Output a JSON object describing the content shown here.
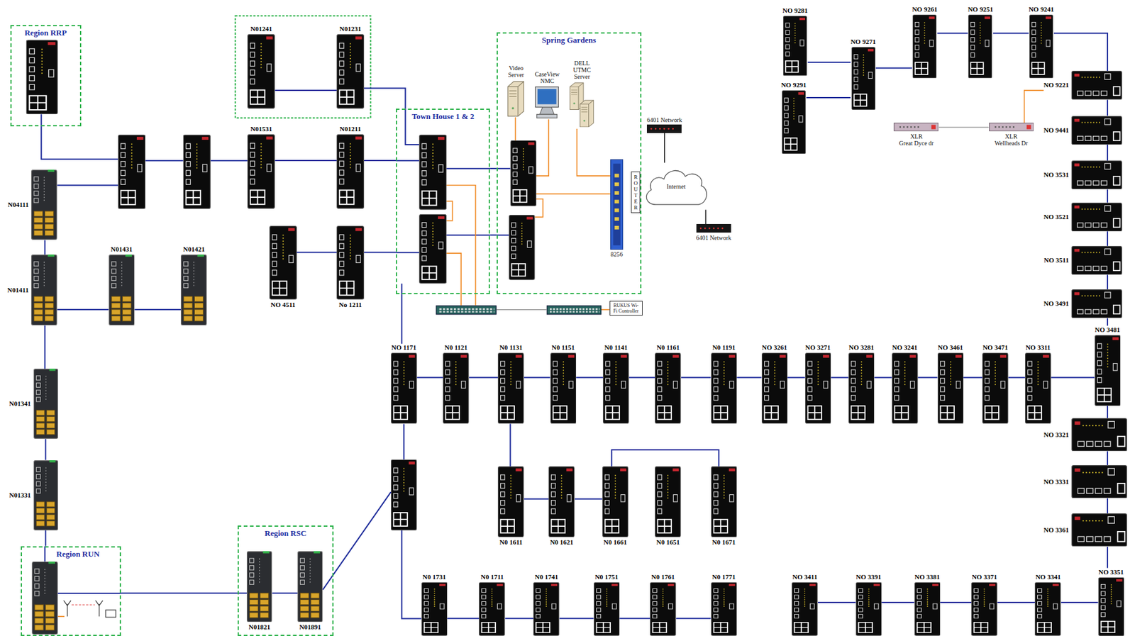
{
  "diagram": {
    "nodes": [
      {
        "text": [
          "Region RRP"
        ]
      },
      {
        "text": [
          "N01241"
        ]
      },
      {
        "text": [
          "N01231"
        ]
      },
      {
        "text": [
          "Town House 1 & 2"
        ]
      },
      {
        "text": [
          "Spring Gardens"
        ]
      },
      {
        "text": [
          "Video Server"
        ],
        "in": 4
      },
      {
        "text": [
          "CaseView NMC"
        ],
        "in": 4
      },
      {
        "text": [
          "DELL UTMC Server"
        ],
        "in": 4
      },
      {
        "text": [
          "8256"
        ],
        "in": 4
      },
      {
        "text": [
          "ROUTER"
        ],
        "in": 4
      },
      {
        "text": [
          "6401 Network"
        ]
      },
      {
        "text": [
          "Internet"
        ]
      },
      {
        "text": [
          "6401 Network"
        ]
      },
      {
        "text": [
          "N01531"
        ]
      },
      {
        "text": [
          "N01211"
        ]
      },
      {
        "text": [
          "N04111"
        ]
      },
      {
        "text": [
          "N01411"
        ]
      },
      {
        "text": [
          "N01431"
        ]
      },
      {
        "text": [
          "N01421"
        ]
      },
      {
        "text": [
          "NO 4511"
        ]
      },
      {
        "text": [
          "No 1211"
        ]
      },
      {
        "text": [
          "RUKUS Wi-Fi Controller"
        ]
      },
      {
        "text": [
          "N01341"
        ]
      },
      {
        "text": [
          "N01331"
        ]
      },
      {
        "text": [
          "Region RUN"
        ]
      },
      {
        "text": [
          "Region RSC"
        ]
      },
      {
        "text": [
          "N01821"
        ],
        "in": 25
      },
      {
        "text": [
          "N01891"
        ],
        "in": 25
      },
      {
        "text": [
          "NO 1171"
        ]
      },
      {
        "text": [
          "N0 1121"
        ]
      },
      {
        "text": [
          "N0 1131"
        ]
      },
      {
        "text": [
          "N0 1151"
        ]
      },
      {
        "text": [
          "N0 1141"
        ]
      },
      {
        "text": [
          "N0 1161"
        ]
      },
      {
        "text": [
          "N0 1191"
        ]
      },
      {
        "text": [
          "NO 3261"
        ]
      },
      {
        "text": [
          "NO 3271"
        ]
      },
      {
        "text": [
          "NO 3281"
        ]
      },
      {
        "text": [
          "NO 3241"
        ]
      },
      {
        "text": [
          "NO 3461"
        ]
      },
      {
        "text": [
          "NO 3471"
        ]
      },
      {
        "text": [
          "NO 3311"
        ]
      },
      {
        "text": [
          "NO 3481"
        ]
      },
      {
        "text": [
          "N0 1611"
        ]
      },
      {
        "text": [
          "N0 1621"
        ]
      },
      {
        "text": [
          "N0 1661"
        ]
      },
      {
        "text": [
          "N0 1651"
        ]
      },
      {
        "text": [
          "N0 1671"
        ]
      },
      {
        "text": [
          "N0 1731"
        ]
      },
      {
        "text": [
          "N0 1711"
        ]
      },
      {
        "text": [
          "N0 1741"
        ]
      },
      {
        "text": [
          "N0 1751"
        ]
      },
      {
        "text": [
          "N0 1761"
        ]
      },
      {
        "text": [
          "N0 1771"
        ]
      },
      {
        "text": [
          "NO 9281"
        ]
      },
      {
        "text": [
          "NO 9291"
        ]
      },
      {
        "text": [
          "NO 9271"
        ]
      },
      {
        "text": [
          "NO 9261"
        ]
      },
      {
        "text": [
          "NO 9251"
        ]
      },
      {
        "text": [
          "NO 9241"
        ]
      },
      {
        "text": [
          "XLR",
          "Great Dyce dr"
        ]
      },
      {
        "text": [
          "XLR",
          "Wellheads Dr"
        ]
      },
      {
        "text": [
          "NO 9221"
        ]
      },
      {
        "text": [
          "NO 9441"
        ]
      },
      {
        "text": [
          "NO 3531"
        ]
      },
      {
        "text": [
          "NO 3521"
        ]
      },
      {
        "text": [
          "NO 3511"
        ]
      },
      {
        "text": [
          "NO 3491"
        ]
      },
      {
        "text": [
          "NO 3321"
        ]
      },
      {
        "text": [
          "NO 3331"
        ]
      },
      {
        "text": [
          "NO 3361"
        ]
      },
      {
        "text": [
          "NO 3411"
        ]
      },
      {
        "text": [
          "NO 3391"
        ]
      },
      {
        "text": [
          "NO 3381"
        ]
      },
      {
        "text": [
          "NO 3371"
        ]
      },
      {
        "text": [
          "NO 3341"
        ]
      },
      {
        "text": [
          "NO 3351"
        ]
      }
    ],
    "edges": [
      {
        "from": 1,
        "to": 2,
        "arrow": "none"
      },
      {
        "from": 2,
        "to": 3,
        "arrow": "none"
      },
      {
        "from": 13,
        "to": 14,
        "arrow": "none"
      },
      {
        "from": 14,
        "to": 3,
        "arrow": "none"
      },
      {
        "from": 19,
        "to": 20,
        "arrow": "none"
      },
      {
        "from": 20,
        "to": 3,
        "arrow": "none"
      },
      {
        "from": 3,
        "to": 4,
        "arrow": "none"
      },
      {
        "from": 3,
        "to": 4,
        "arrow": "none"
      },
      {
        "from": 3,
        "to": 28,
        "arrow": "none"
      },
      {
        "from": 15,
        "to": 16,
        "arrow": "none"
      },
      {
        "from": 16,
        "to": 17,
        "arrow": "none"
      },
      {
        "from": 17,
        "to": 18,
        "arrow": "none"
      },
      {
        "from": 16,
        "to": 22,
        "arrow": "none"
      },
      {
        "from": 22,
        "to": 23,
        "arrow": "none"
      },
      {
        "from": 23,
        "to": 24,
        "arrow": "none"
      },
      {
        "from": 24,
        "to": 26,
        "arrow": "none"
      },
      {
        "from": 26,
        "to": 27,
        "arrow": "none"
      },
      {
        "from": 28,
        "to": 29,
        "arrow": "none"
      },
      {
        "from": 29,
        "to": 30,
        "arrow": "none"
      },
      {
        "from": 30,
        "to": 31,
        "arrow": "none"
      },
      {
        "from": 31,
        "to": 32,
        "arrow": "none"
      },
      {
        "from": 32,
        "to": 33,
        "arrow": "none"
      },
      {
        "from": 33,
        "to": 34,
        "arrow": "none"
      },
      {
        "from": 34,
        "to": 35,
        "arrow": "none"
      },
      {
        "from": 35,
        "to": 36,
        "arrow": "none"
      },
      {
        "from": 36,
        "to": 37,
        "arrow": "none"
      },
      {
        "from": 37,
        "to": 38,
        "arrow": "none"
      },
      {
        "from": 38,
        "to": 39,
        "arrow": "none"
      },
      {
        "from": 39,
        "to": 40,
        "arrow": "none"
      },
      {
        "from": 40,
        "to": 41,
        "arrow": "none"
      },
      {
        "from": 41,
        "to": 42,
        "arrow": "none"
      },
      {
        "from": 30,
        "to": 43,
        "arrow": "none"
      },
      {
        "from": 43,
        "to": 44,
        "arrow": "none"
      },
      {
        "from": 44,
        "to": 45,
        "arrow": "none"
      },
      {
        "from": 45,
        "to": 47,
        "arrow": "none"
      },
      {
        "from": 48,
        "to": 49,
        "arrow": "none"
      },
      {
        "from": 49,
        "to": 50,
        "arrow": "none"
      },
      {
        "from": 50,
        "to": 51,
        "arrow": "none"
      },
      {
        "from": 51,
        "to": 52,
        "arrow": "none"
      },
      {
        "from": 52,
        "to": 53,
        "arrow": "none"
      },
      {
        "from": 54,
        "to": 56,
        "arrow": "none"
      },
      {
        "from": 55,
        "to": 56,
        "arrow": "none"
      },
      {
        "from": 56,
        "to": 57,
        "arrow": "none"
      },
      {
        "from": 57,
        "to": 58,
        "arrow": "none"
      },
      {
        "from": 58,
        "to": 59,
        "arrow": "none"
      },
      {
        "from": 59,
        "to": 62,
        "arrow": "none"
      },
      {
        "from": 62,
        "to": 63,
        "arrow": "none"
      },
      {
        "from": 63,
        "to": 64,
        "arrow": "none"
      },
      {
        "from": 64,
        "to": 65,
        "arrow": "none"
      },
      {
        "from": 65,
        "to": 66,
        "arrow": "none"
      },
      {
        "from": 66,
        "to": 67,
        "arrow": "none"
      },
      {
        "from": 67,
        "to": 42,
        "arrow": "none"
      },
      {
        "from": 42,
        "to": 68,
        "arrow": "none"
      },
      {
        "from": 68,
        "to": 69,
        "arrow": "none"
      },
      {
        "from": 69,
        "to": 70,
        "arrow": "none"
      },
      {
        "from": 70,
        "to": 76,
        "arrow": "none"
      },
      {
        "from": 71,
        "to": 72,
        "arrow": "none"
      },
      {
        "from": 72,
        "to": 73,
        "arrow": "none"
      },
      {
        "from": 73,
        "to": 74,
        "arrow": "none"
      },
      {
        "from": 74,
        "to": 75,
        "arrow": "none"
      },
      {
        "from": 75,
        "to": 76,
        "arrow": "none"
      },
      {
        "from": 62,
        "to": 61,
        "arrow": "none"
      },
      {
        "from": 60,
        "to": 61,
        "arrow": "none"
      },
      {
        "from": 11,
        "to": 10,
        "arrow": "none"
      },
      {
        "from": 11,
        "to": 12,
        "arrow": "none"
      }
    ]
  }
}
